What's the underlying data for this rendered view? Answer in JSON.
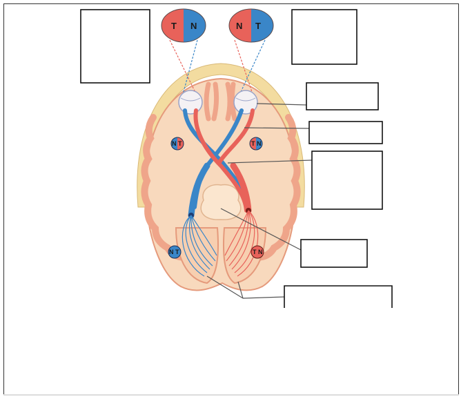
{
  "diagram": {
    "visual_fields": {
      "left_eye": {
        "temporal_letter": "T",
        "nasal_letter": "N"
      },
      "right_eye": {
        "nasal_letter": "N",
        "temporal_letter": "T"
      }
    },
    "field_markers": {
      "upper_left": {
        "nasal": "N",
        "temporal": "T"
      },
      "upper_right": {
        "temporal": "T",
        "nasal": "N"
      },
      "lower_left": {
        "nasal": "N",
        "temporal": "T"
      },
      "lower_right": {
        "temporal": "T",
        "nasal": "N"
      }
    },
    "label_boxes": [
      "",
      "",
      "",
      "",
      "",
      "",
      "",
      ""
    ]
  },
  "colors": {
    "temporal_red": "#e8625a",
    "nasal_blue": "#3a86c8",
    "brain_tissue": "#f6c9a8",
    "gyri": "#efa58a",
    "skull": "#f3dca0"
  }
}
